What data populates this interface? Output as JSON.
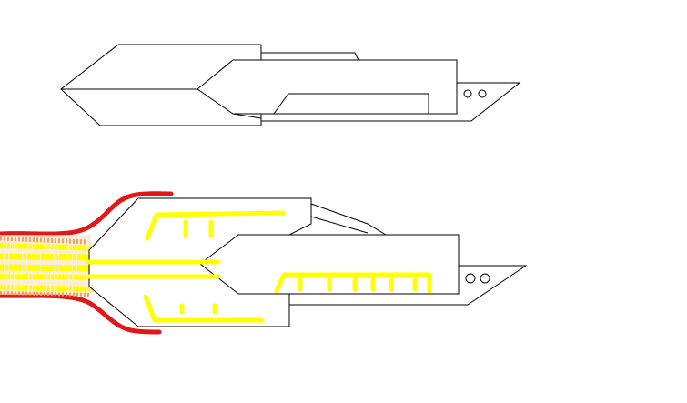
{
  "colors": {
    "background": "#ffffff",
    "outline": "#000000",
    "flame_outer": "#e01818",
    "flame_inner": "#ffff00",
    "flame_mix": "#f0a060"
  },
  "drawings": [
    {
      "name": "ship-outline",
      "state": "no-thrust"
    },
    {
      "name": "ship-with-exhaust",
      "state": "thrusting"
    }
  ]
}
